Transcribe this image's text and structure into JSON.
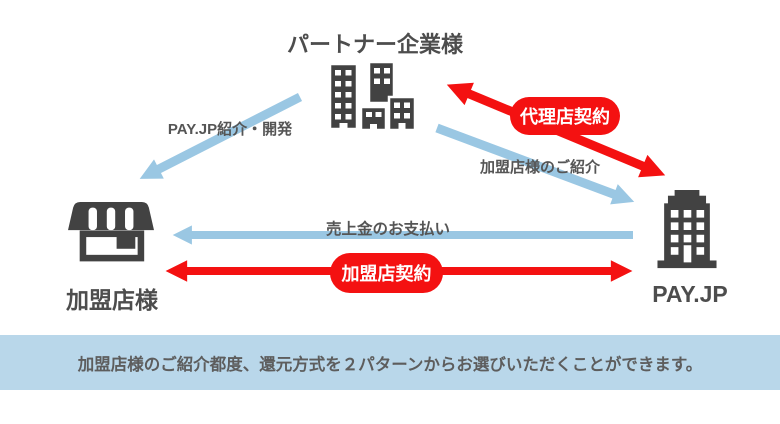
{
  "diagram": {
    "nodes": {
      "partner": {
        "label": "パートナー企業様",
        "icon": "office-buildings-icon"
      },
      "merchant": {
        "label": "加盟店様",
        "icon": "storefront-icon"
      },
      "payjp": {
        "label": "PAY.JP",
        "icon": "office-building-icon"
      }
    },
    "arrows": [
      {
        "id": "intro-dev",
        "from": "partner",
        "to": "merchant",
        "style": "single",
        "color": "#9ac7e3",
        "label": "PAY.JP紹介・開発"
      },
      {
        "id": "agency-contract",
        "from": "partner",
        "to": "payjp",
        "style": "double",
        "color": "#f41111",
        "label": "代理店契約",
        "label_style": "pill"
      },
      {
        "id": "merchant-referral",
        "from": "partner",
        "to": "payjp",
        "style": "single",
        "color": "#9ac7e3",
        "label": "加盟店様のご紹介"
      },
      {
        "id": "sales-payment",
        "from": "payjp",
        "to": "merchant",
        "style": "single",
        "color": "#9ac7e3",
        "label": "売上金のお支払い"
      },
      {
        "id": "merchant-contract",
        "from": "merchant",
        "to": "payjp",
        "style": "double",
        "color": "#f41111",
        "label": "加盟店契約",
        "label_style": "pill"
      }
    ]
  },
  "banner": {
    "text": "加盟店様のご紹介都度、還元方式を２パターンからお選びいただくことができます。",
    "bg": "#b9d7ea"
  },
  "colors": {
    "arrow_blue": "#9ac7e3",
    "arrow_red": "#f41111",
    "icon_dark": "#424242",
    "label_gray": "#555555",
    "banner_bg": "#b9d7ea"
  }
}
